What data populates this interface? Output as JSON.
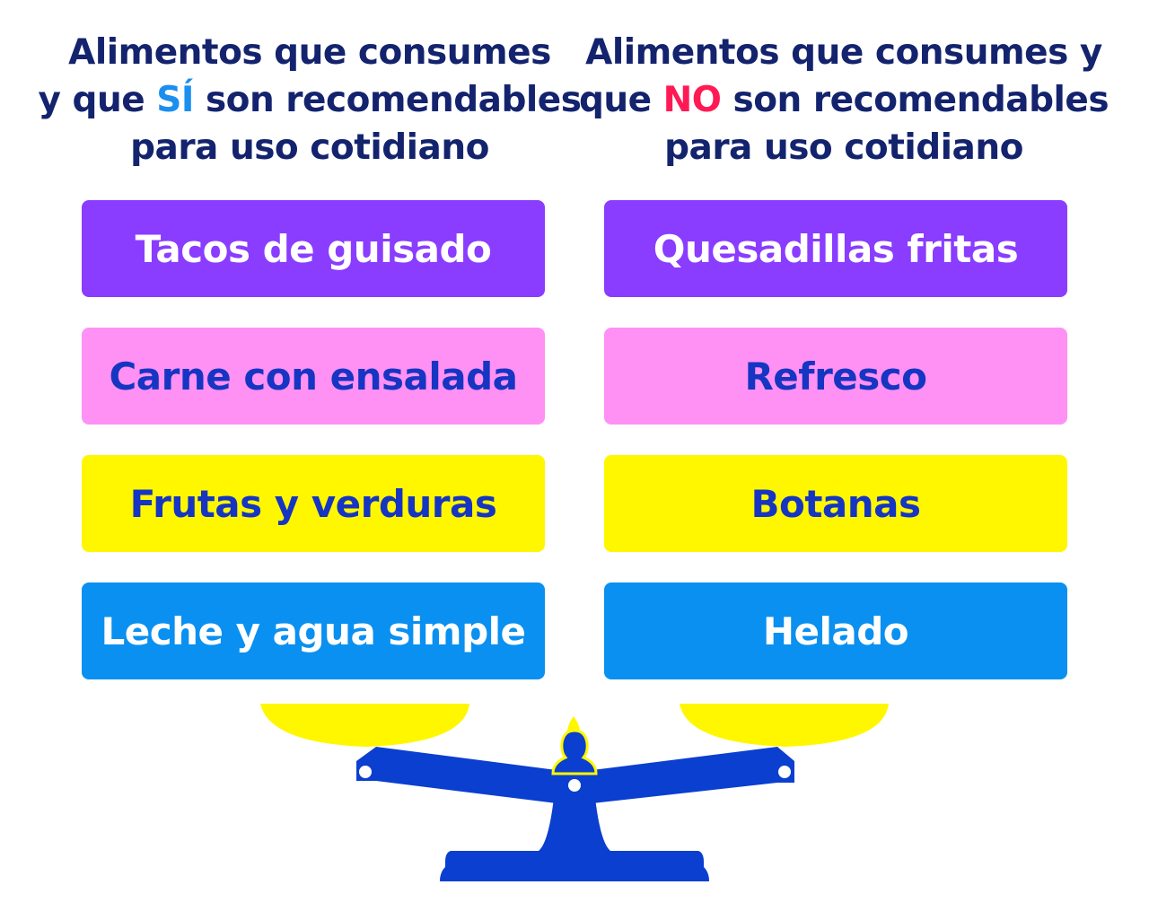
{
  "left_column": {
    "heading": {
      "line1": "Alimentos que consumes",
      "line2_pre": "y que ",
      "line2_highlight": "SÍ",
      "line2_post": " son recomendables",
      "line3": "para uso cotidiano"
    },
    "items": [
      "Tacos de guisado",
      "Carne con ensalada",
      "Frutas y verduras",
      "Leche y agua simple"
    ]
  },
  "right_column": {
    "heading": {
      "line1": "Alimentos que consumes y",
      "line2_pre": "que ",
      "line2_highlight": "NO",
      "line2_post": " son recomendables",
      "line3": "para uso cotidiano"
    },
    "items": [
      "Quesadillas fritas",
      "Refresco",
      "Botanas",
      "Helado"
    ]
  },
  "colors": {
    "heading_text": "#14236e",
    "yes_highlight": "#1a8ff0",
    "no_highlight": "#ff1a55",
    "row_colors": [
      "#8a3cff",
      "#ff90f4",
      "#fff700",
      "#0a90f0"
    ],
    "scale_body": "#0a3fcf",
    "scale_pans": "#fff700"
  },
  "icons": {
    "balance_scale": "balance-scale-icon"
  }
}
